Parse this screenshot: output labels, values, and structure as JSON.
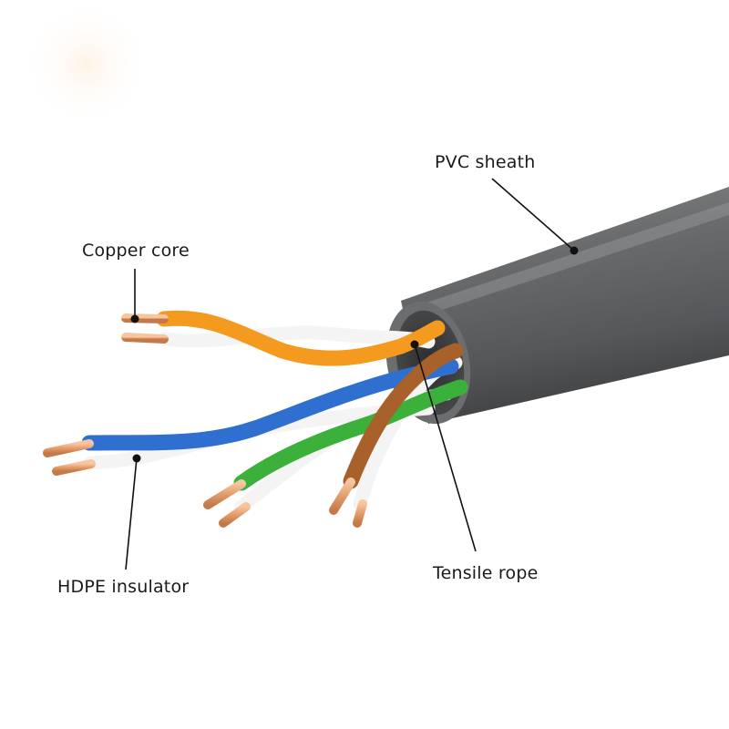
{
  "labels": {
    "pvc_sheath": "PVC sheath",
    "copper_core": "Copper core",
    "hdpe_insulator": "HDPE insulator",
    "tensile_rope": "Tensile rope"
  },
  "colors": {
    "sheath": "#5f6162",
    "sheath_highlight": "#8a8c8d",
    "sheath_shadow": "#3f4142",
    "orange": "#f39a1f",
    "blue": "#2f6fd0",
    "green": "#3bb03b",
    "brown": "#a8612a",
    "white_wire": "#f4f4f4",
    "copper": "#e9a77a",
    "leader_line": "#111111"
  }
}
